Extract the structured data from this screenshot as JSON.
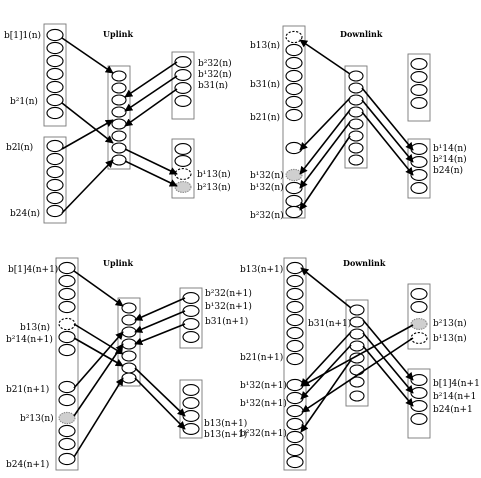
{
  "panels": [
    {
      "title": "Uplink",
      "labels": [
        {
          "id": "p1-l1",
          "text": "b[1]1(n)"
        },
        {
          "id": "p1-l2",
          "text": "b²1(n)"
        },
        {
          "id": "p1-l3",
          "text": "b2l(n)"
        },
        {
          "id": "p1-l4",
          "text": "b24(n)"
        },
        {
          "id": "p1-l5",
          "text": "b²32(n)"
        },
        {
          "id": "p1-l6",
          "text": "b¹32(n)"
        },
        {
          "id": "p1-l7",
          "text": "b31(n)"
        },
        {
          "id": "p1-l8",
          "text": "b¹13(n)"
        },
        {
          "id": "p1-l9",
          "text": "b²13(n)"
        }
      ]
    },
    {
      "title": "Downlink",
      "labels": [
        {
          "id": "p2-l1",
          "text": "b13(n)"
        },
        {
          "id": "p2-l2",
          "text": "b31(n)"
        },
        {
          "id": "p2-l3",
          "text": "b21(n)"
        },
        {
          "id": "p2-l4",
          "text": "b¹32(n)"
        },
        {
          "id": "p2-l5",
          "text": "b¹32(n)"
        },
        {
          "id": "p2-l6",
          "text": "b²32(n)"
        },
        {
          "id": "p2-l7",
          "text": "b¹14(n)"
        },
        {
          "id": "p2-l8",
          "text": "b²14(n)"
        },
        {
          "id": "p2-l9",
          "text": "b24(n)"
        }
      ]
    },
    {
      "title": "Uplink",
      "labels": [
        {
          "id": "p3-l1",
          "text": "b[1]4(n+1)"
        },
        {
          "id": "p3-l2",
          "text": "b13(n)"
        },
        {
          "id": "p3-l3",
          "text": "b²14(n+1)"
        },
        {
          "id": "p3-l4",
          "text": "b21(n+1)"
        },
        {
          "id": "p3-l5",
          "text": "b²13(n)"
        },
        {
          "id": "p3-l6",
          "text": "b24(n+1)"
        },
        {
          "id": "p3-l7",
          "text": "b²32(n+1)"
        },
        {
          "id": "p3-l8",
          "text": "b¹32(n+1)"
        },
        {
          "id": "p3-l9",
          "text": "b31(n+1)"
        },
        {
          "id": "p3-l10",
          "text": "b13(n+1)"
        },
        {
          "id": "p3-l11",
          "text": "b13(n+1)"
        }
      ]
    },
    {
      "title": "Downlink",
      "labels": [
        {
          "id": "p4-l1",
          "text": "b13(n+1)"
        },
        {
          "id": "p4-l2",
          "text": "b31(n+1)"
        },
        {
          "id": "p4-l3",
          "text": "b21(n+1)"
        },
        {
          "id": "p4-l4",
          "text": "b¹32(n+1)"
        },
        {
          "id": "p4-l5",
          "text": "b¹32(n+1)"
        },
        {
          "id": "p4-l6",
          "text": "b²32(n+1)"
        },
        {
          "id": "p4-l7",
          "text": "b²13(n)"
        },
        {
          "id": "p4-l8",
          "text": "b¹13(n)"
        },
        {
          "id": "p4-l9",
          "text": "b[1]4(n+1"
        },
        {
          "id": "p4-l10",
          "text": "b²14(n+1"
        },
        {
          "id": "p4-l11",
          "text": "b24(n+1"
        }
      ]
    }
  ]
}
